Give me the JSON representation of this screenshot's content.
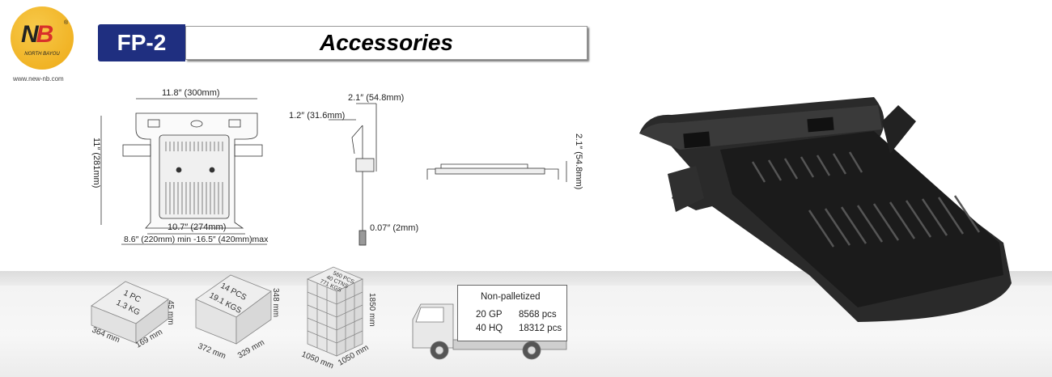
{
  "brand": {
    "logo_text": "NB",
    "logo_subtitle": "NORTH BAYOU",
    "website": "www.new-nb.com"
  },
  "header": {
    "model": "FP-2",
    "title": "Accessories"
  },
  "dimensions": {
    "front_width": "11.8″ (300mm)",
    "front_height": "11″ (281mm)",
    "inner_width": "10.7″ (274mm)",
    "adjust_range": "8.6″ (220mm) min -16.5″ (420mm)max",
    "side_depth": "2.1″ (54.8mm)",
    "side_clip": "1.2″ (31.6mm)",
    "thickness": "0.07″ (2mm)",
    "edge_height": "2.1″ (54.8mm)"
  },
  "packaging": {
    "single": {
      "qty": "1 PC",
      "weight": "1.3 KG",
      "length": "364 mm",
      "width": "169 mm",
      "height": "45 mm"
    },
    "carton": {
      "qty": "14 PCS",
      "weight": "19.1 KGS",
      "length": "372 mm",
      "width": "329 mm",
      "height": "348 mm"
    },
    "pallet": {
      "qty": "560 PCS",
      "cartons": "40 CTNS",
      "weight": "771 KGS",
      "length": "1050 mm",
      "width": "1050 mm",
      "height": "1850 mm"
    }
  },
  "shipping": {
    "title": "Non-palletized",
    "rows": [
      {
        "container": "20 GP",
        "qty": "8568 pcs"
      },
      {
        "container": "40 HQ",
        "qty": "18312 pcs"
      }
    ]
  },
  "colors": {
    "brand_blue": "#1f2f80",
    "logo_yellow": "#eeaa15",
    "logo_red": "#d8302a"
  }
}
